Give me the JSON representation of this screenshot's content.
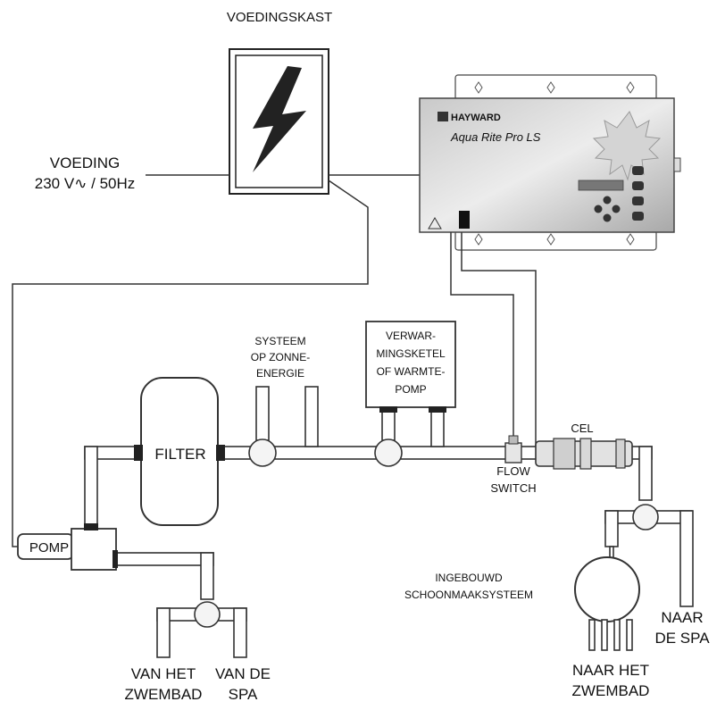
{
  "labels": {
    "power_box": "VOEDINGSKAST",
    "supply_line1": "VOEDING",
    "supply_line2": "230 V∿ / 50Hz",
    "solar_line1": "SYSTEEM",
    "solar_line2": "OP ZONNE-",
    "solar_line3": "ENERGIE",
    "heater_line1": "VERWAR-",
    "heater_line2": "MINGSKETEL",
    "heater_line3": "OF WARMTE-",
    "heater_line4": "POMP",
    "filter": "FILTER",
    "cell": "CEL",
    "flow_line1": "FLOW",
    "flow_line2": "SWITCH",
    "pump": "POMP",
    "from_pool_line1": "VAN HET",
    "from_pool_line2": "ZWEMBAD",
    "from_spa_line1": "VAN DE",
    "from_spa_line2": "SPA",
    "cleaner_line1": "INGEBOUWD",
    "cleaner_line2": "SCHOONMAAKSYSTEEM",
    "to_spa_line1": "NAAR",
    "to_spa_line2": "DE SPA",
    "to_pool_line1": "NAAR HET",
    "to_pool_line2": "ZWEMBAD"
  },
  "controller": {
    "brand": "HAYWARD",
    "model": "Aqua Rite Pro LS"
  },
  "icons": {
    "power_box": "lightning-bolt-icon",
    "controller_logo": "hayward-logo-icon",
    "controller_decor": "maple-leaf-icon"
  }
}
